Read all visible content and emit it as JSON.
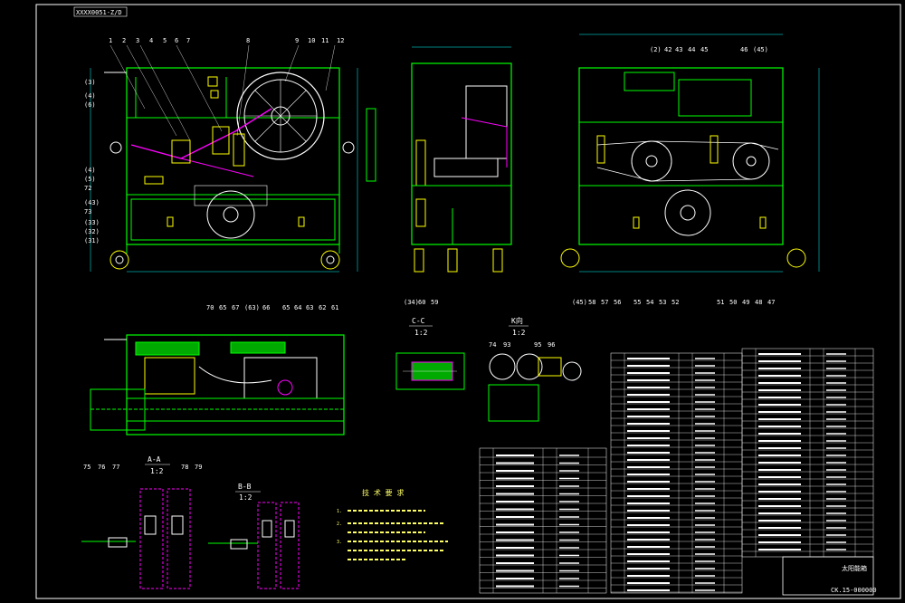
{
  "sheet_code": "XXXX0051-Z/D",
  "main_view_part_numbers": [
    "1",
    "2",
    "3",
    "4",
    "5",
    "6",
    "7",
    "8",
    "9",
    "10",
    "11",
    "12"
  ],
  "front_left_callouts": [
    "(3)",
    "(4)",
    "(6)",
    "(4)",
    "(5)",
    "72",
    "(43)",
    "73",
    "(33)",
    "(32)",
    "(31)"
  ],
  "bottom_callouts": [
    "(34)",
    "60",
    "59"
  ],
  "right_view_bottom_callouts": [
    "(45)",
    "58",
    "57",
    "56",
    "55",
    "54",
    "53",
    "52",
    "51",
    "50",
    "49",
    "48",
    "47"
  ],
  "right_view_top_callouts": [
    "(2)",
    "42",
    "43",
    "44",
    "45",
    "46",
    "(45)"
  ],
  "plan_callouts": [
    "70",
    "65",
    "67",
    "(63)",
    "66",
    "65",
    "64",
    "63",
    "62",
    "61"
  ],
  "section_cc": {
    "title": "C-C",
    "scale": "1:2"
  },
  "section_k": {
    "title": "K向",
    "scale": "1:2",
    "callouts": [
      "74",
      "93",
      "95",
      "96"
    ]
  },
  "section_aa": {
    "title": "A-A",
    "scale": "1:2",
    "callouts": [
      "75",
      "76",
      "77",
      "78",
      "79"
    ]
  },
  "section_bb": {
    "title": "B-B",
    "scale": "1:2"
  },
  "tech_requirements": {
    "title": "技 术 要 求",
    "items": [
      "1.",
      "2.",
      "3."
    ]
  },
  "title_block": {
    "drawing_no": "CK.15-000000",
    "name": "太阳能箱"
  },
  "colors": {
    "background": "#000000",
    "outline": "#00ff00",
    "detail": "#ffff00",
    "accent": "#ff00ff",
    "dimension": "#00ffff",
    "text": "#ffffff"
  }
}
